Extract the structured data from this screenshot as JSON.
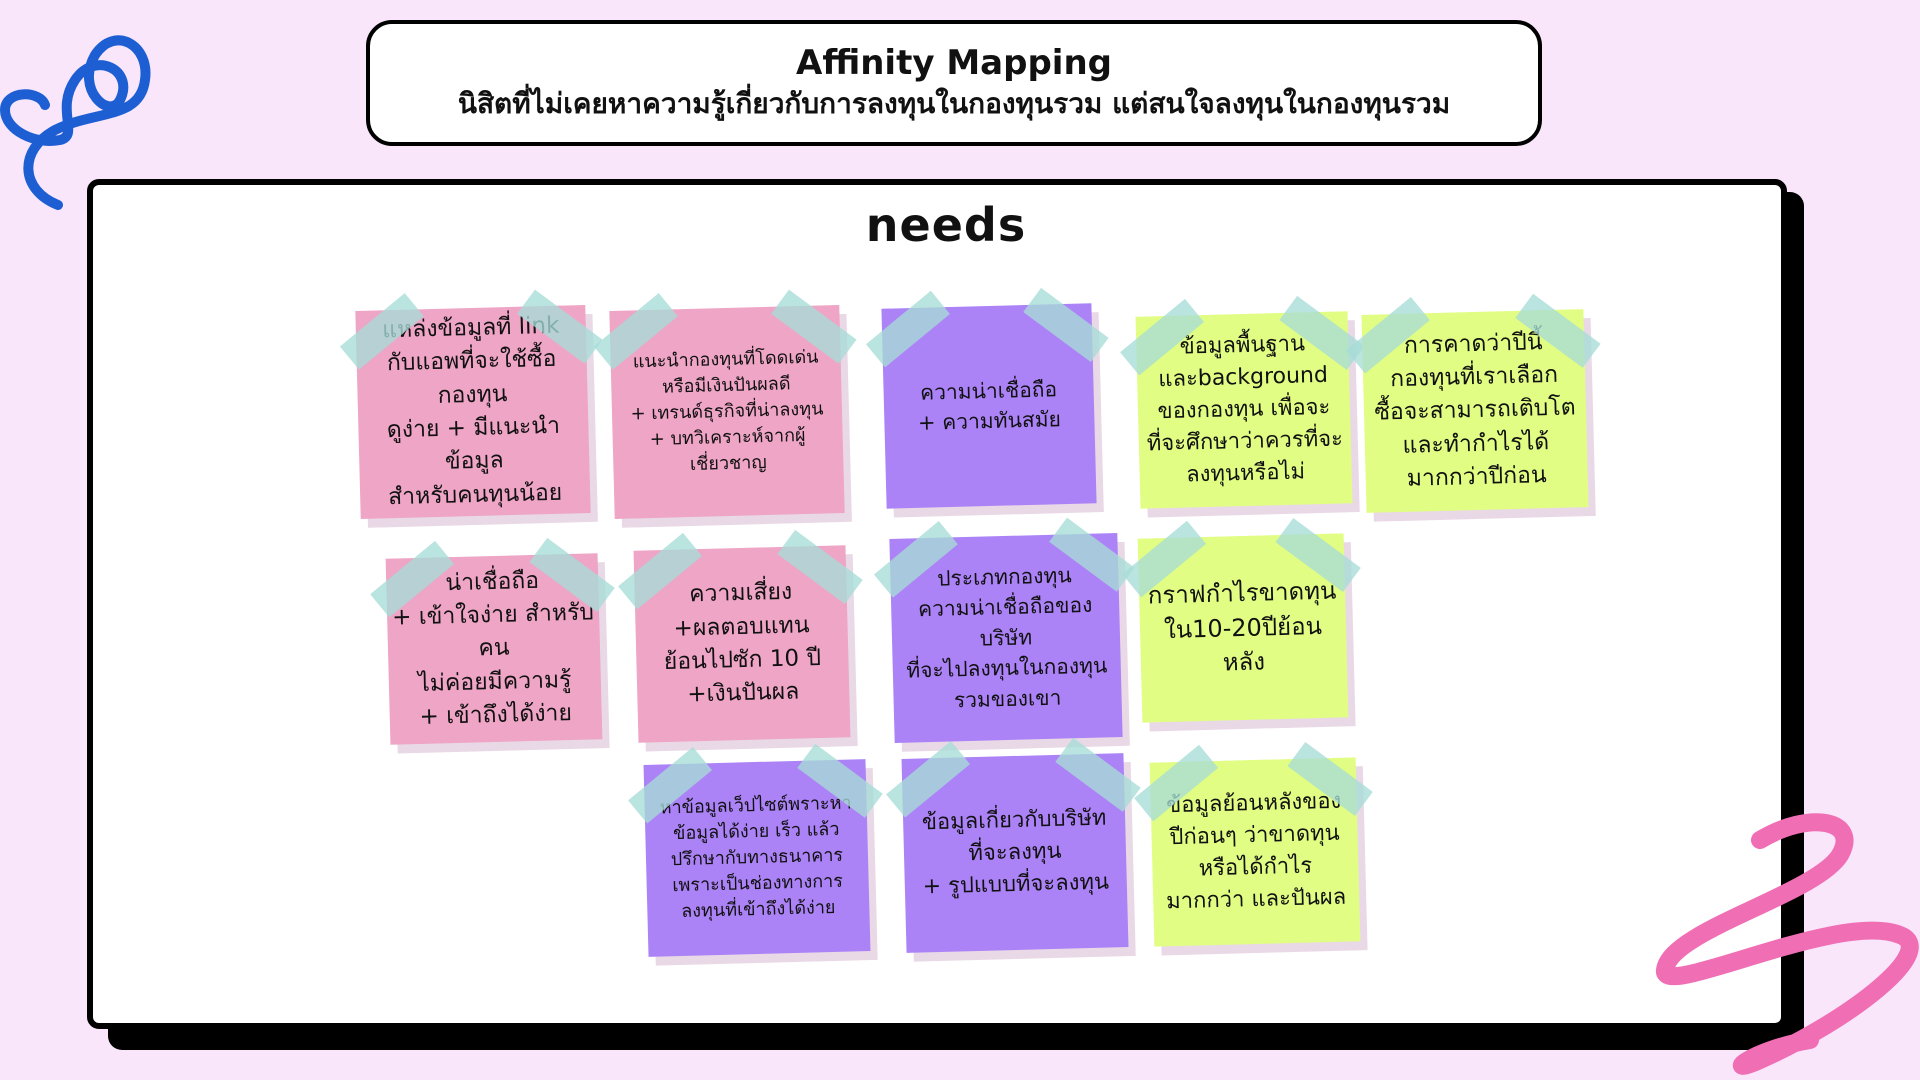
{
  "header": {
    "title": "Affinity Mapping",
    "subtitle": "นิสิตที่ไม่เคยหาความรู้เกี่ยวกับการลงทุนในกองทุนรวม แต่สนใจลงทุนในกองทุนรวม"
  },
  "board": {
    "title": "needs"
  },
  "notes": [
    {
      "color": "pink",
      "text": "แหล่งข้อมูลที่ link\nกับแอพที่จะใช้ซื้อกองทุน\nดูง่าย + มีแนะนำข้อมูล\nสำหรับคนทุนน้อย"
    },
    {
      "color": "pink",
      "text": "แนะนำกองทุนที่โดดเด่น\nหรือมีเงินปันผลดี\n+ เทรนด์ธุรกิจที่น่าลงทุน\n+ บทวิเคราะห์จากผู้เชี่ยวชาญ"
    },
    {
      "color": "purple",
      "text": "ความน่าเชื่อถือ\n+ ความทันสมัย"
    },
    {
      "color": "green",
      "text": "ข้อมูลพื้นฐาน\nและbackground\nของกองทุน เพื่อจะ\nที่จะศึกษาว่าควรที่จะ\nลงทุนหรือไม่"
    },
    {
      "color": "green",
      "text": "การคาดว่าปีนี้\nกองทุนที่เราเลือก\nซื้อจะสามารถเติบโต\nและทำกำไรได้\nมากกว่าปีก่อน"
    },
    {
      "color": "pink",
      "text": "น่าเชื่อถือ\n+ เข้าใจง่าย สำหรับคน\nไม่ค่อยมีความรู้\n+ เข้าถึงได้ง่าย"
    },
    {
      "color": "pink",
      "text": "ความเสี่ยง\n+ผลตอบแทน\nย้อนไปซัก 10 ปี\n+เงินปันผล"
    },
    {
      "color": "purple",
      "text": "ประเภทกองทุน\nความน่าเชื่อถือของบริษัท\nที่จะไปลงทุนในกองทุน\nรวมของเขา"
    },
    {
      "color": "green",
      "text": "กราฟกำไรขาดทุน\nใน10-20ปีย้อน\nหลัง"
    },
    {
      "color": "purple",
      "text": "หาข้อมูลเว็ปไซต์พราะหา\nข้อมูลได้ง่าย เร็ว แล้ว\nปรึกษากับทางธนาคาร\nเพราะเป็นช่องทางการ\nลงทุนที่เข้าถึงได้ง่าย"
    },
    {
      "color": "purple",
      "text": "ข้อมูลเกี่ยวกับบริษัท\nที่จะลงทุน\n+ รูปแบบที่จะลงทุน"
    },
    {
      "color": "green",
      "text": "ข้อมูลย้อนหลังของ\nปีก่อนๆ ว่าขาดทุน\nหรือได้กำไร\nมากกว่า และปันผล"
    }
  ],
  "colors": {
    "background": "#f9e6fb",
    "pink_note": "#eea5c6",
    "purple_note": "#ab83f7",
    "green_note": "#e1fd84",
    "tape": "#a7ddd6",
    "squiggle_blue": "#1d5fd3",
    "squiggle_pink": "#f06fb4",
    "sparkle_pink": "#f06fb4"
  }
}
